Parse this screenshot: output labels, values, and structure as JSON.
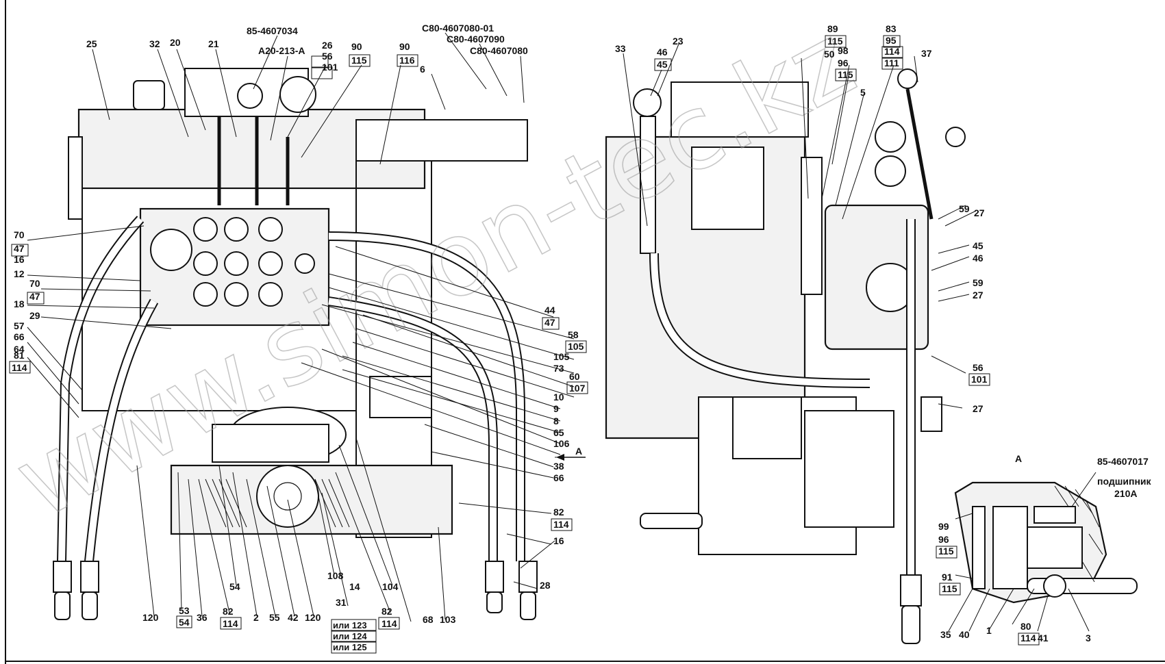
{
  "watermark": "www.simon-tec.kz",
  "labels": {
    "p25": "25",
    "p32": "32",
    "p20": "20",
    "p21": "21",
    "code85_4607034": "85-4607034",
    "codeA20": "A20-213-A",
    "p26": "26",
    "p56_top": "56",
    "p101_top": "101",
    "p90a": "90",
    "p115a": "115",
    "p90b": "90",
    "p116": "116",
    "c80_01": "C80-4607080-01",
    "c80_090": "C80-4607090",
    "c80_080": "C80-4607080",
    "p6": "6",
    "p70a": "70",
    "p47a": "47",
    "p16a": "16",
    "p12": "12",
    "p70b": "70",
    "p47b": "47",
    "p18": "18",
    "p29": "29",
    "p57": "57",
    "p66a": "66",
    "p64": "64",
    "p81": "81",
    "p114a": "114",
    "p44": "44",
    "p47c": "47",
    "p58": "58",
    "p105a": "105",
    "p105b": "105",
    "p73": "73",
    "p60": "60",
    "p107": "107",
    "p10": "10",
    "p9": "9",
    "p8": "8",
    "p65": "65",
    "p106": "106",
    "viewA_arrow": "A",
    "p38": "38",
    "p66b": "66",
    "p82a": "82",
    "p114b": "114",
    "p16b": "16",
    "p28": "28",
    "p120a": "120",
    "p53": "53",
    "p54a": "54",
    "p36": "36",
    "p82b": "82",
    "p114c": "114",
    "p54b": "54",
    "p2": "2",
    "p55": "55",
    "p42": "42",
    "p120b": "120",
    "p108": "108",
    "p31": "31",
    "ili123": "или 123",
    "ili124": "или 124",
    "ili125": "или 125",
    "p14": "14",
    "p82c": "82",
    "p114d": "114",
    "p104": "104",
    "p68": "68",
    "p103": "103",
    "p33": "33",
    "p23": "23",
    "p46a": "46",
    "p45a": "45",
    "p89": "89",
    "p115b": "115",
    "p98": "98",
    "p96a": "96",
    "p115c": "115",
    "p50": "50",
    "p83": "83",
    "p95": "95",
    "p114e": "114",
    "p111": "111",
    "p37": "37",
    "p5": "5",
    "p59a": "59",
    "p27a": "27",
    "p45b": "45",
    "p46b": "46",
    "p59b": "59",
    "p27b": "27",
    "p56b": "56",
    "p101b": "101",
    "p27c": "27",
    "viewA_title": "A",
    "code85_4607017": "85-4607017",
    "bearing": "подшипник",
    "bearing_no": "210A",
    "p99": "99",
    "p96b": "96",
    "p115d": "115",
    "p91": "91",
    "p115e": "115",
    "p35": "35",
    "p40": "40",
    "p1": "1",
    "p80": "80",
    "p114f": "114",
    "p41": "41",
    "p3": "3"
  }
}
